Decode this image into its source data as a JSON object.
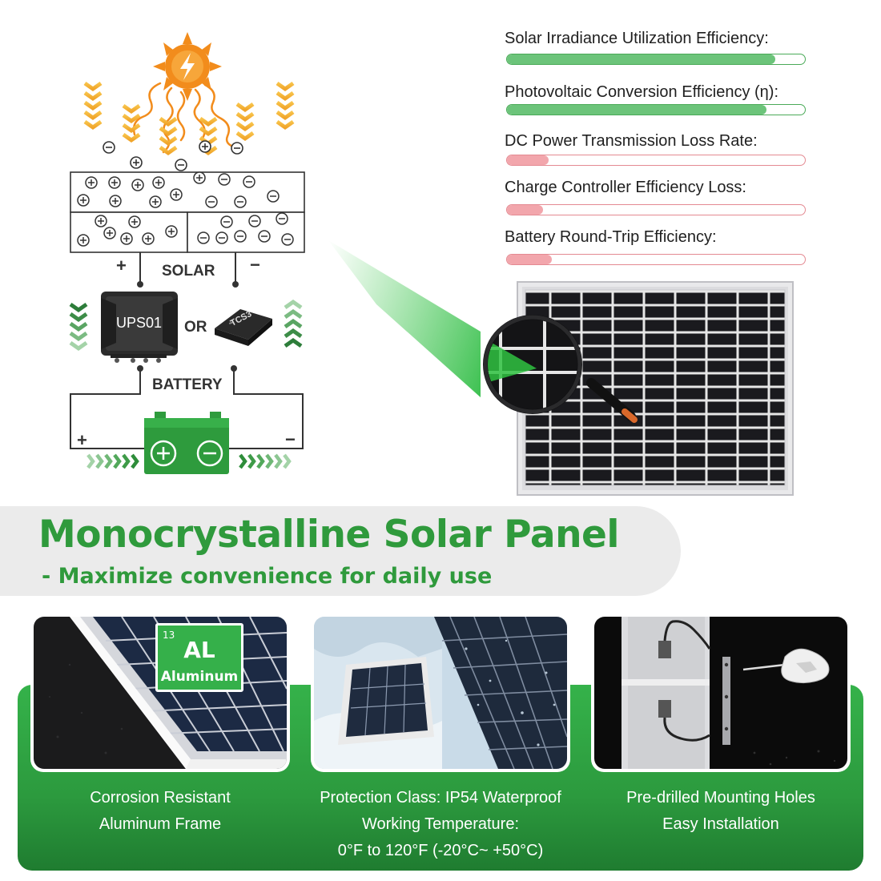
{
  "metrics": [
    {
      "label": "Solar Irradiance Utilization Efficiency:",
      "value": 0.9,
      "kind": "good"
    },
    {
      "label": "Photovoltaic Conversion Efficiency (η):",
      "value": 0.87,
      "kind": "good"
    },
    {
      "label": "DC Power Transmission Loss Rate:",
      "value": 0.14,
      "kind": "loss"
    },
    {
      "label": "Charge Controller Efficiency Loss:",
      "value": 0.12,
      "kind": "loss"
    },
    {
      "label": "Battery Round-Trip Efficiency:",
      "value": 0.15,
      "kind": "loss"
    }
  ],
  "colors": {
    "good_fill": "#6cc47a",
    "good_border": "#4aaa58",
    "loss_fill": "#f2a6ac",
    "loss_border": "#e48a92",
    "brand_green": "#2f9a3c",
    "sun": "#f28c1c"
  },
  "diagram": {
    "solar_label": "SOLAR",
    "controller_label": "UPS01",
    "or_label": "OR",
    "alt_controller_label": "TCS3",
    "battery_label": "BATTERY",
    "plus": "+",
    "minus": "−"
  },
  "title": "Monocrystalline Solar Panel",
  "subtitle": "- Maximize convenience for daily use",
  "element_badge": {
    "number": "13",
    "symbol": "AL",
    "name": "Aluminum"
  },
  "features": [
    {
      "lines": [
        "Corrosion Resistant",
        "Aluminum Frame"
      ],
      "icon": "aluminum-frame-photo"
    },
    {
      "lines": [
        "Protection Class: IP54 Waterproof",
        "Working Temperature:",
        "0°F to 120°F (-20°C~ +50°C)"
      ],
      "icon": "snow-rain-panel-photo"
    },
    {
      "lines": [
        "Pre-drilled Mounting Holes",
        "Easy Installation"
      ],
      "icon": "mounting-screwdriver-photo"
    }
  ]
}
